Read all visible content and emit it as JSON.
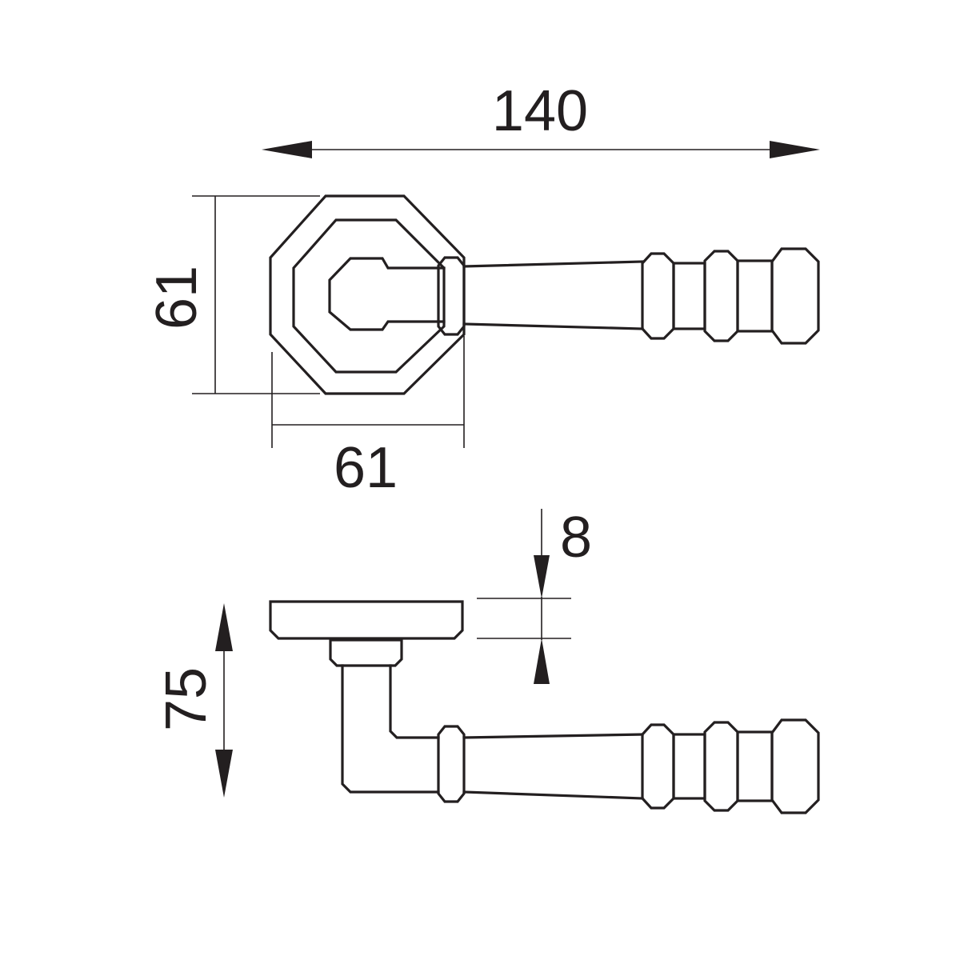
{
  "dimensions": {
    "overall_length": "140",
    "rose_height": "61",
    "rose_width": "61",
    "rose_thickness": "8",
    "projection": "75"
  }
}
